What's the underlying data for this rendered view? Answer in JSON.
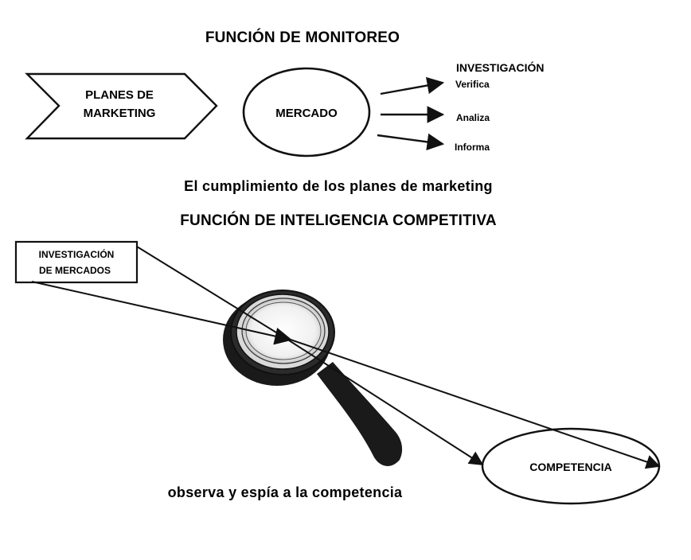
{
  "monitoring": {
    "title": "FUNCIÓN DE MONITOREO",
    "plans_line1": "PLANES DE",
    "plans_line2": "MARKETING",
    "market": "MERCADO",
    "research": "INVESTIGACIÓN",
    "actions": [
      "Verifica",
      "Analiza",
      "Informa"
    ],
    "caption": "El cumplimiento de los planes de marketing"
  },
  "intelligence": {
    "title": "FUNCIÓN DE INTELIGENCIA COMPETITIVA",
    "source_line1": "INVESTIGACIÓN",
    "source_line2": "DE MERCADOS",
    "target": "COMPETENCIA",
    "caption": "observa y espía a la competencia"
  }
}
